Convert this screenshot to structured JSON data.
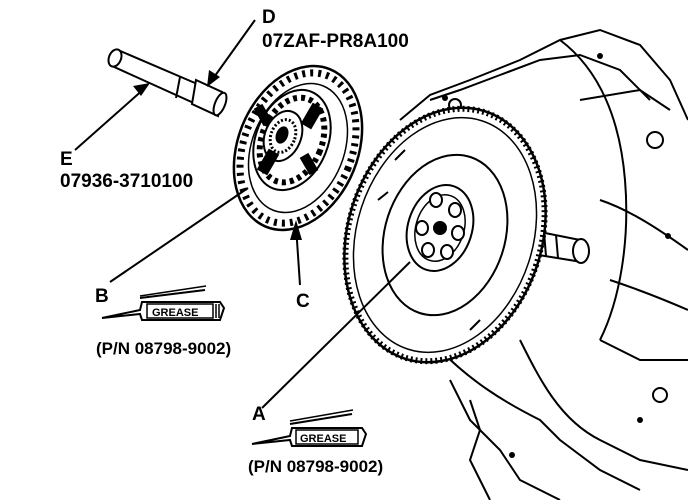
{
  "labels": {
    "a": "A",
    "b": "B",
    "c": "C",
    "d": "D",
    "e": "E"
  },
  "part_numbers": {
    "d": "07ZAF-PR8A100",
    "e": "07936-3710100",
    "grease_b": "(P/N 08798-9002)",
    "grease_a": "(P/N 08798-9002)"
  },
  "grease_tube_text": "GREASE",
  "colors": {
    "ink": "#000000",
    "paper": "#ffffff"
  }
}
